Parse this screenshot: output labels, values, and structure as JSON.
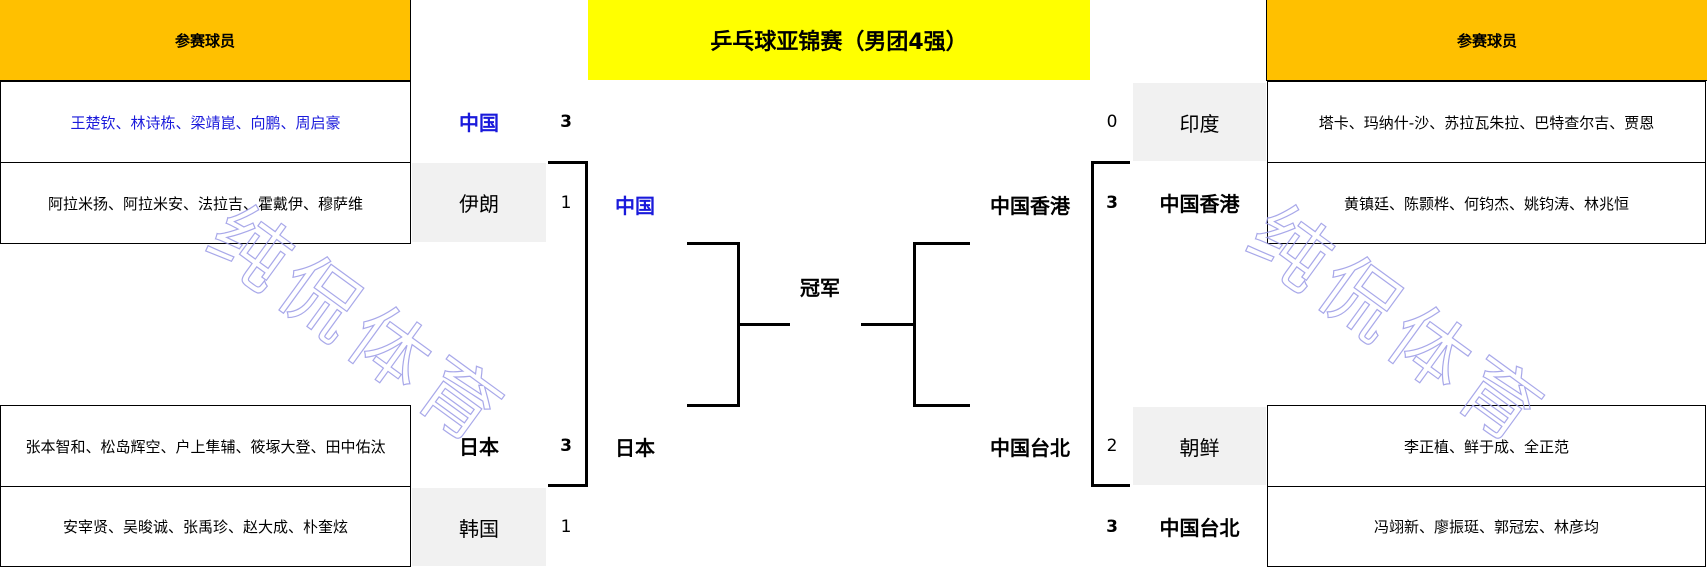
{
  "title": "乒乓球亚锦赛（男团4强）",
  "champion_label": "冠军",
  "watermark": "纯侃体育",
  "colors": {
    "header_orange": "#ffc000",
    "title_yellow": "#ffff00",
    "winner_blue": "#1a1adb",
    "loser_gray_bg": "#f1f1f1",
    "watermark_outline": "#9a9ae6"
  },
  "left": {
    "header": "参赛球员",
    "matches": [
      {
        "teams": [
          {
            "players": "王楚钦、林诗栋、梁靖崑、向鹏、周启豪",
            "country": "中国",
            "score": "3"
          },
          {
            "players": "阿拉米扬、阿拉米安、法拉吉、霍戴伊、穆萨维",
            "country": "伊朗",
            "score": "1"
          }
        ]
      },
      {
        "teams": [
          {
            "players": "张本智和、松岛辉空、户上隼辅、筱塚大登、田中佑汰",
            "country": "日本",
            "score": "3"
          },
          {
            "players": "安宰贤、吴晙诚、张禹珍、赵大成、朴奎炫",
            "country": "韩国",
            "score": "1"
          }
        ]
      }
    ],
    "semifinalists": [
      "中国",
      "日本"
    ]
  },
  "right": {
    "header": "参赛球员",
    "matches": [
      {
        "teams": [
          {
            "players": "塔卡、玛纳什-沙、苏拉瓦朱拉、巴特查尔吉、贾恩",
            "country": "印度",
            "score": "0"
          },
          {
            "players": "黄镇廷、陈颢桦、何钧杰、姚钧涛、林兆恒",
            "country": "中国香港",
            "score": "3"
          }
        ]
      },
      {
        "teams": [
          {
            "players": "李正植、鲜于成、全正范",
            "country": "朝鲜",
            "score": "2"
          },
          {
            "players": "冯翊新、廖振珽、郭冠宏、林彦均",
            "country": "中国台北",
            "score": "3"
          }
        ]
      }
    ],
    "semifinalists": [
      "中国香港",
      "中国台北"
    ]
  }
}
